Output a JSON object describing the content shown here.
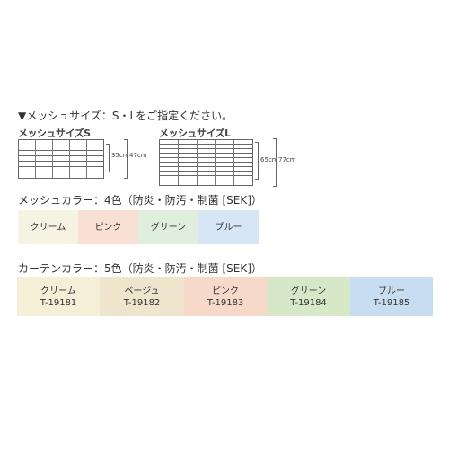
{
  "mesh_size_heading": "▼メッシュサイズ：S・Lをご指定ください。",
  "mesh_s": {
    "title": "メッシュサイズS",
    "inner_dim": "35cm",
    "outer_dim": "47cm"
  },
  "mesh_l": {
    "title": "メッシュサイズL",
    "inner_dim": "65cm",
    "outer_dim": "77cm"
  },
  "mesh_colors": {
    "label": "メッシュカラー：4色（防炎・防汚・制菌 [SEK]）",
    "items": [
      {
        "name": "クリーム",
        "color": "#f7f3e3"
      },
      {
        "name": "ピンク",
        "color": "#f8e1d4"
      },
      {
        "name": "グリーン",
        "color": "#dfeedd"
      },
      {
        "name": "ブルー",
        "color": "#d6e6f4"
      }
    ]
  },
  "curtain_colors": {
    "label": "カーテンカラー：5色（防炎・防汚・制菌 [SEK]）",
    "items": [
      {
        "name": "クリーム",
        "code": "T-19181",
        "color": "#f4efd6"
      },
      {
        "name": "ベージュ",
        "code": "T-19182",
        "color": "#efe4cc"
      },
      {
        "name": "ピンク",
        "code": "T-19183",
        "color": "#f6d9c8"
      },
      {
        "name": "グリーン",
        "code": "T-19184",
        "color": "#d7e8c9"
      },
      {
        "name": "ブルー",
        "code": "T-19185",
        "color": "#c9ddf1"
      }
    ]
  }
}
